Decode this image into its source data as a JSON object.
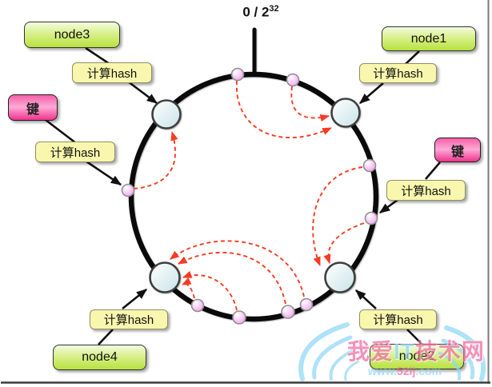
{
  "diagram": {
    "title": {
      "base": "0 / 2",
      "exponent": "32"
    },
    "hash_label": "计算hash",
    "key_label": "键",
    "nodes": {
      "node1": "node1",
      "node2": "node2",
      "node3": "node3",
      "node4": "node4"
    }
  },
  "watermark": {
    "name_part1": "我爱",
    "name_part2": "IT",
    "name_part3": "技术网",
    "url_part1": "www.",
    "url_part2": "52ij",
    "url_part3": ".com"
  },
  "colors": {
    "node_box_green": "#b7e23f",
    "key_box_pink": "#ef338d",
    "hash_box_yellow": "#f9f7ad",
    "ring_black": "#0a0a0a",
    "mapping_arrow_red": "#f93b22",
    "node_circle_blue": "#c9e3e8",
    "hash_point_pink": "#eb97e8",
    "watermark_blue": "#8fd8f7",
    "watermark_pink": "#f2699e"
  }
}
